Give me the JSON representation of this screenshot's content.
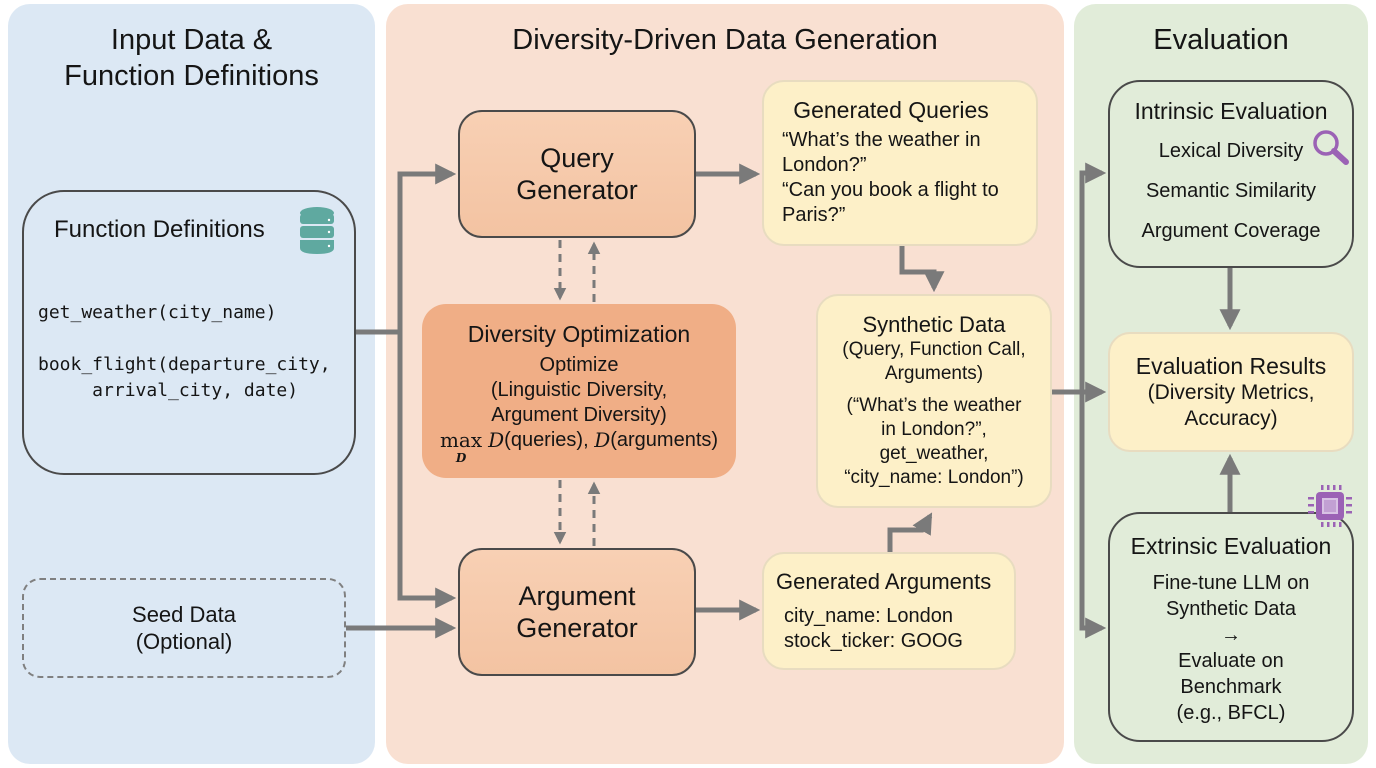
{
  "panels": {
    "input": {
      "title": "Input Data &\nFunction Definitions",
      "function_definitions": {
        "title": "Function Definitions",
        "icon": "database-icon",
        "code_lines": [
          "get_weather(city_name)",
          "",
          "book_flight(departure_city,",
          "     arrival_city, date)"
        ]
      },
      "seed_data": {
        "label": "Seed Data\n(Optional)"
      }
    },
    "generation": {
      "title": "Diversity-Driven Data Generation",
      "query_generator": {
        "label": "Query\nGenerator"
      },
      "argument_generator": {
        "label": "Argument\nGenerator"
      },
      "diversity_optimization": {
        "title": "Diversity Optimization",
        "lines": [
          "Optimize",
          "(Linguistic Diversity,",
          "Argument Diversity)"
        ],
        "formula": {
          "operator": "max",
          "subscript": "D",
          "term1_func": "D",
          "term1_arg": "(queries), ",
          "term2_func": "D",
          "term2_arg": "(arguments)"
        }
      },
      "generated_queries": {
        "title": "Generated Queries",
        "lines": [
          "“What’s the weather in",
          "London?”",
          "“Can you book a flight to",
          "Paris?”"
        ]
      },
      "synthetic_data": {
        "title": "Synthetic Data",
        "subtitle": "(Query, Function Call,\nArguments)",
        "example": "(“What’s the weather\nin London?”,\nget_weather,\n“city_name: London”)"
      },
      "generated_arguments": {
        "title": "Generated Arguments",
        "lines": [
          "city_name: London",
          "stock_ticker: GOOG"
        ]
      }
    },
    "evaluation": {
      "title": "Evaluation",
      "intrinsic": {
        "title": "Intrinsic Evaluation",
        "icon": "magnifier-icon",
        "metrics": [
          "Lexical Diversity",
          "Semantic Similarity",
          "Argument Coverage"
        ]
      },
      "results": {
        "title": "Evaluation Results",
        "subtitle": "(Diversity Metrics,\nAccuracy)"
      },
      "extrinsic": {
        "title": "Extrinsic Evaluation",
        "icon": "chip-icon",
        "text": "Fine-tune LLM on\nSynthetic Data\n→\nEvaluate on\nBenchmark\n(e.g., BFCL)"
      }
    }
  },
  "colors": {
    "input_panel": "#dce8f4",
    "generation_panel": "#f9e0d2",
    "evaluation_panel": "#e1ecd9",
    "generator_box": "#f5c9a9",
    "optimization_box": "#f0ae86",
    "output_box": "#fdf0c8",
    "arrow": "#7a7a7a",
    "icon_teal": "#5fa9a0",
    "icon_purple": "#9b62b5"
  }
}
